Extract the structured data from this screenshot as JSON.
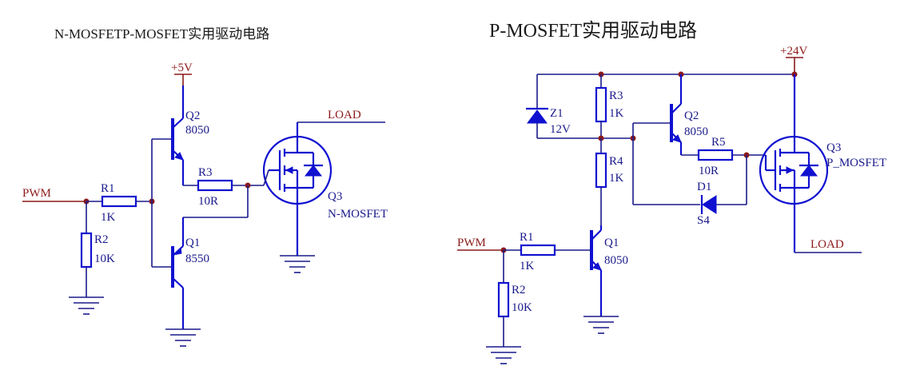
{
  "left": {
    "title": "N-MOSFETP-MOSFET实用驱动电路",
    "vcc": "+5V",
    "pwm": "PWM",
    "load": "LOAD",
    "r1": {
      "ref": "R1",
      "val": "1K"
    },
    "r2": {
      "ref": "R2",
      "val": "10K"
    },
    "r3": {
      "ref": "R3",
      "val": "10R"
    },
    "q1": {
      "ref": "Q1",
      "val": "8550"
    },
    "q2": {
      "ref": "Q2",
      "val": "8050"
    },
    "q3": {
      "ref": "Q3",
      "val": "N-MOSFET"
    }
  },
  "right": {
    "title": "P-MOSFET实用驱动电路",
    "vcc": "+24V",
    "pwm": "PWM",
    "load": "LOAD",
    "z1": {
      "ref": "Z1",
      "val": "12V"
    },
    "r1": {
      "ref": "R1",
      "val": "1K"
    },
    "r2": {
      "ref": "R2",
      "val": "10K"
    },
    "r3": {
      "ref": "R3",
      "val": "1K"
    },
    "r4": {
      "ref": "R4",
      "val": "1K"
    },
    "r5": {
      "ref": "R5",
      "val": "10R"
    },
    "d1": {
      "ref": "D1",
      "val": "S4"
    },
    "q1": {
      "ref": "Q1",
      "val": "8050"
    },
    "q2": {
      "ref": "Q2",
      "val": "8050"
    },
    "q3": {
      "ref": "Q3",
      "val": "P_MOSFET"
    }
  }
}
